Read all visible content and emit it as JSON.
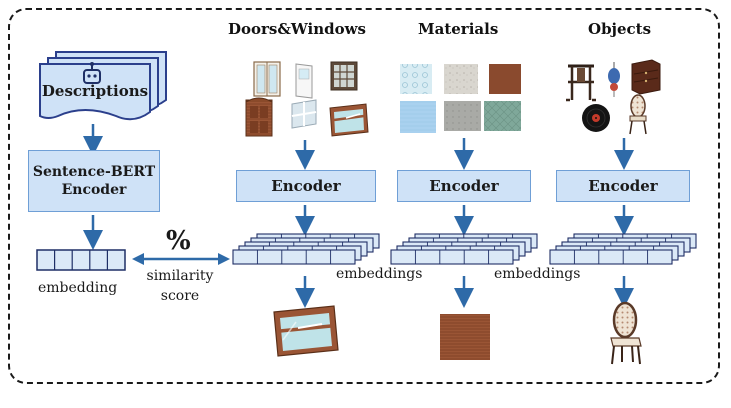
{
  "left": {
    "descriptions_label": "Descriptions",
    "sbert_line1": "Sentence-BERT",
    "sbert_line2": "Encoder",
    "embedding_label": "embedding"
  },
  "similarity": {
    "symbol": "%",
    "line1": "similarity",
    "line2": "score"
  },
  "columns": [
    {
      "title": "Doors&Windows",
      "encoder": "Encoder"
    },
    {
      "title": "Materials",
      "encoder": "Encoder"
    },
    {
      "title": "Objects",
      "encoder": "Encoder"
    }
  ],
  "embeddings_labels": [
    "embeddings",
    "embeddings"
  ],
  "colors": {
    "arrow": "#2e6aa8",
    "box_fill": "#cfe2f7",
    "box_border": "#6f9fd6",
    "wood": "#8b4a2b",
    "glass": "#bfe3e8"
  }
}
